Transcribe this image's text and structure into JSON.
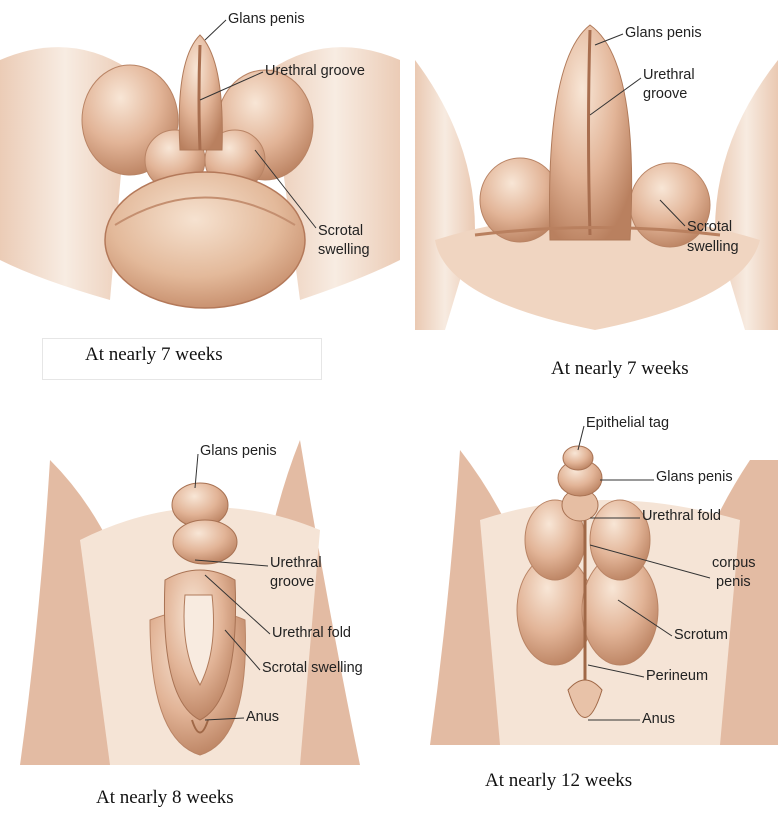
{
  "panels": [
    {
      "labels": {
        "glans": "Glans penis",
        "groove": "Urethral groove",
        "scrotal_1": "Scrotal",
        "scrotal_2": "swelling"
      },
      "caption": "At nearly 7 weeks"
    },
    {
      "labels": {
        "glans": "Glans penis",
        "groove_1": "Urethral",
        "groove_2": "groove",
        "scrotal_1": "Scrotal",
        "scrotal_2": "swelling"
      },
      "caption": "At nearly 7 weeks"
    },
    {
      "labels": {
        "glans": "Glans penis",
        "groove_1": "Urethral",
        "groove_2": "groove",
        "fold": "Urethral fold",
        "scrotal": "Scrotal swelling",
        "anus": "Anus"
      },
      "caption": "At nearly 8 weeks"
    },
    {
      "labels": {
        "tag": "Epithelial tag",
        "glans": "Glans penis",
        "fold": "Urethral fold",
        "corpus_1": "corpus",
        "corpus_2": "penis",
        "scrotum": "Scrotum",
        "perineum": "Perineum",
        "anus": "Anus"
      },
      "caption": "At nearly 12 weeks"
    }
  ],
  "colors": {
    "tissue_light": "#f3d9c4",
    "tissue_mid": "#dcae8e",
    "tissue_dark": "#b87d5c"
  }
}
